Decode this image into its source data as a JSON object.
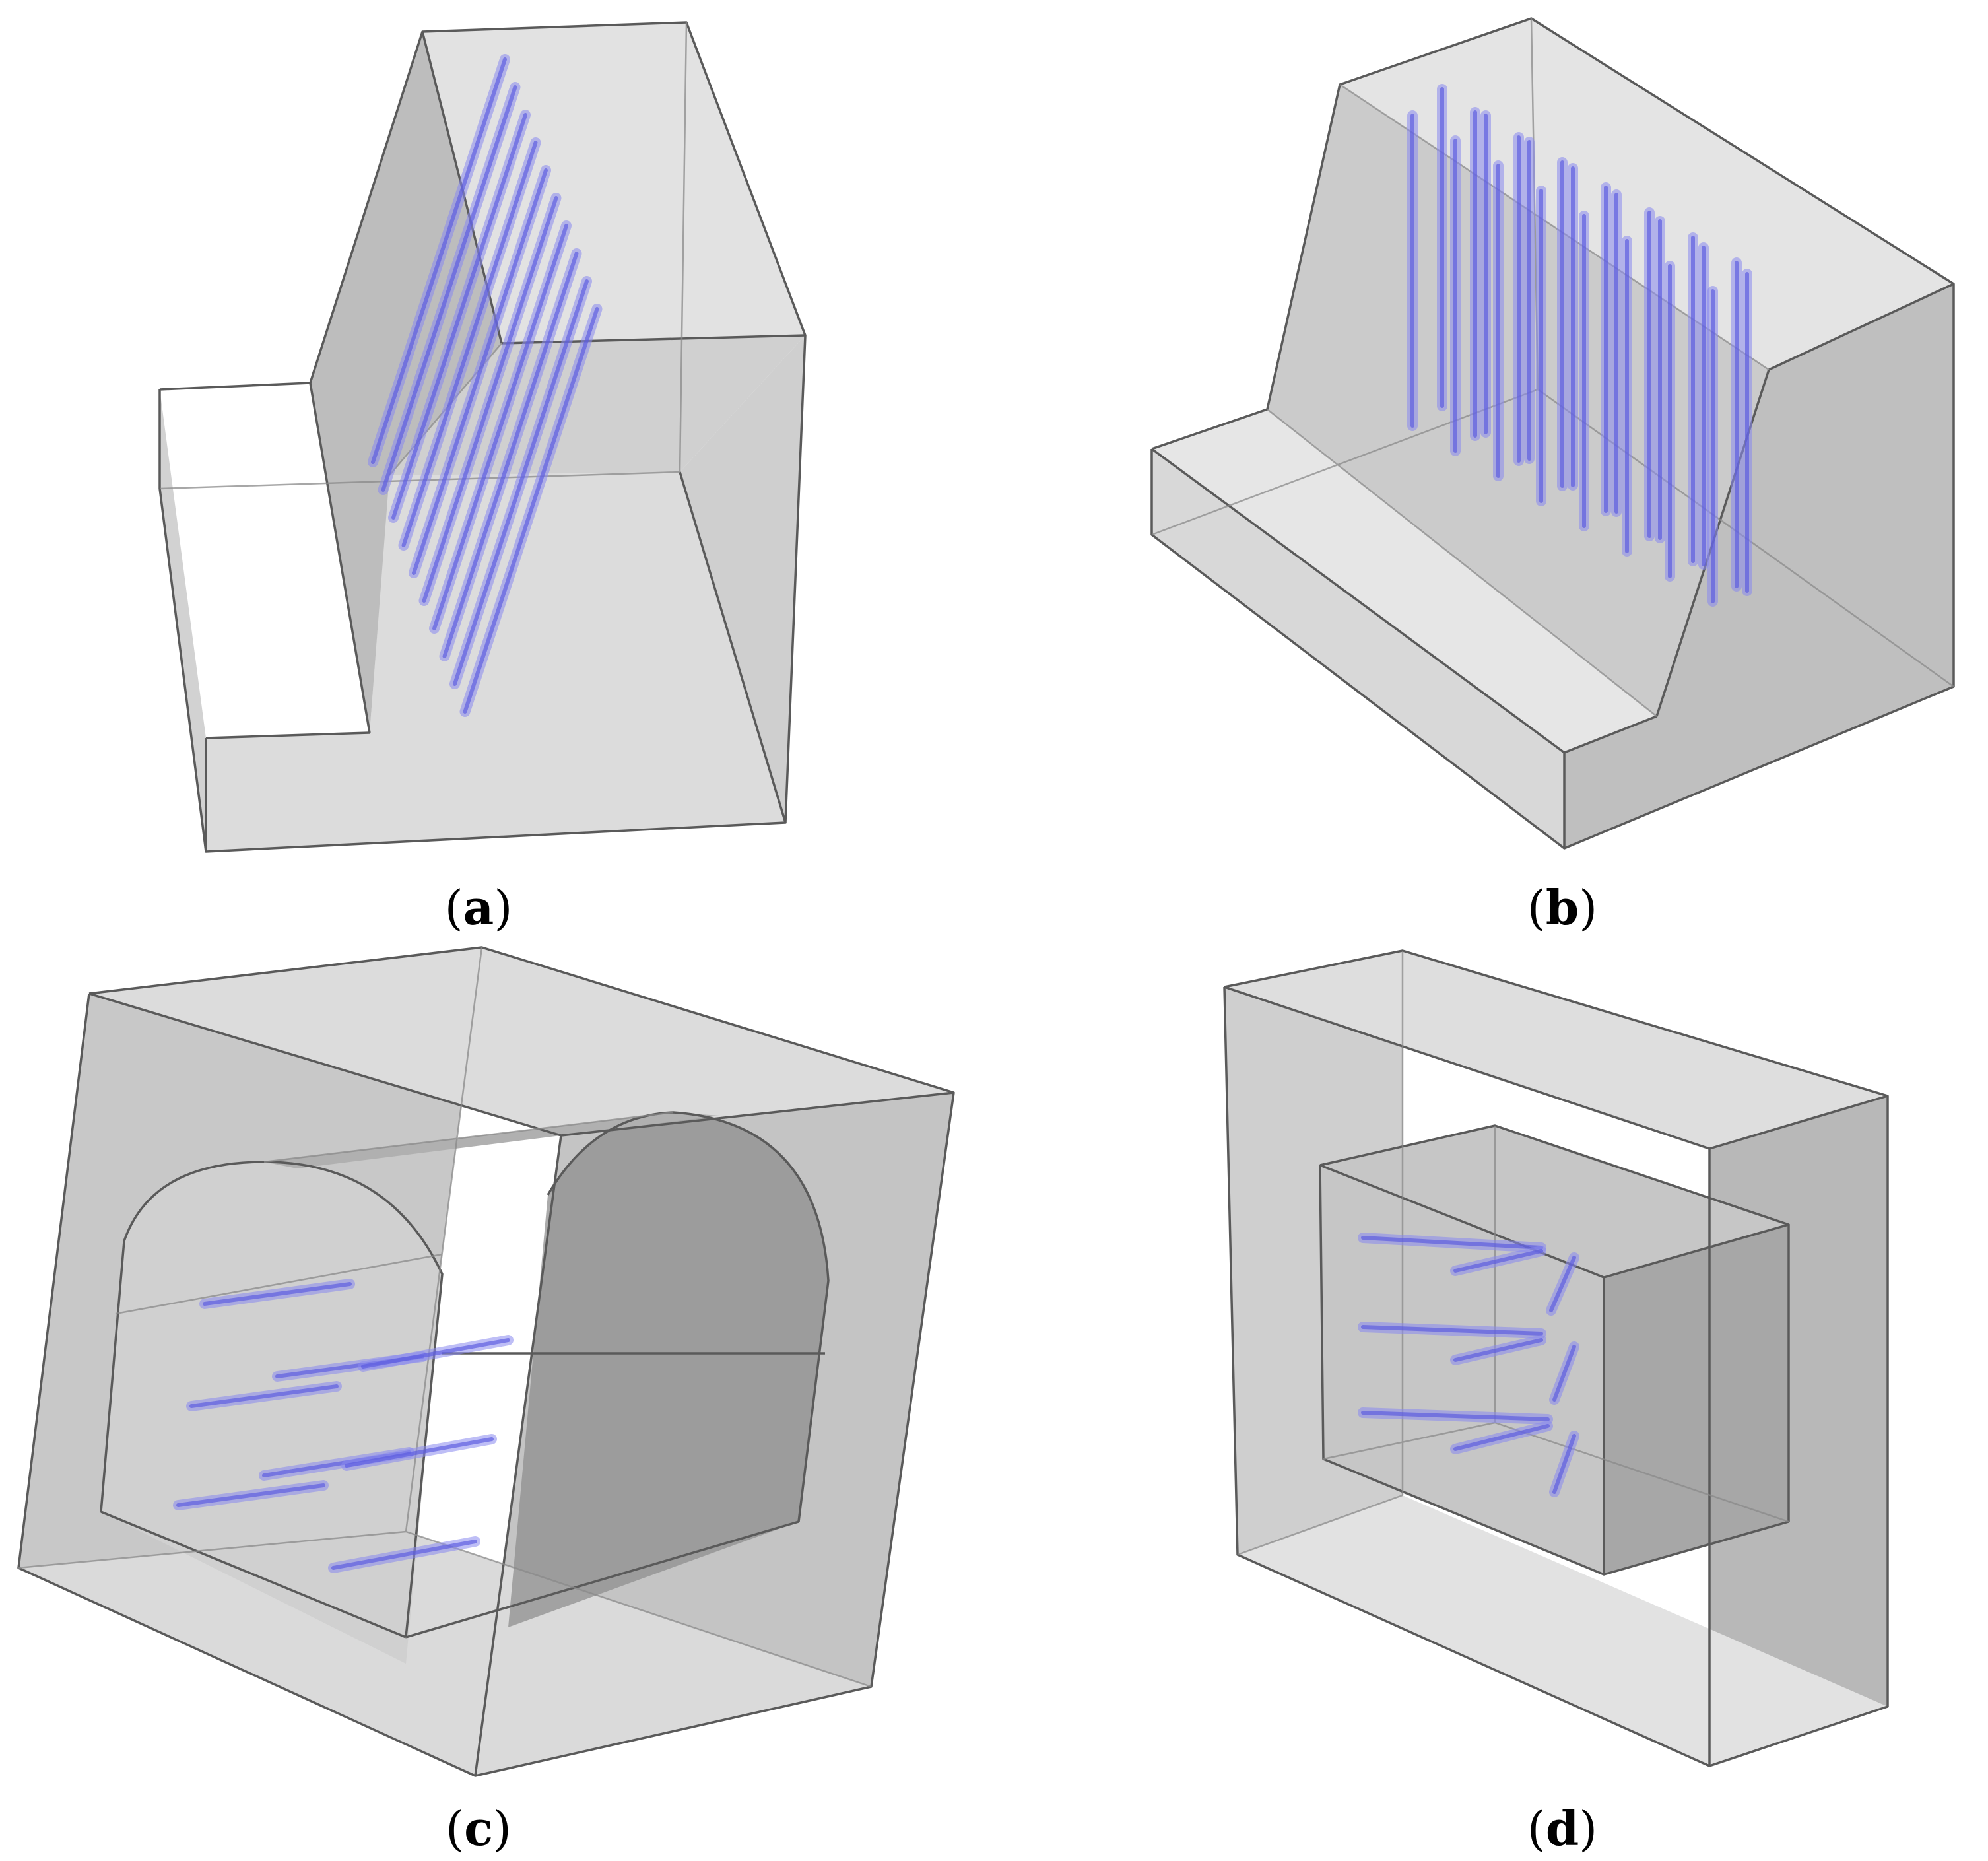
{
  "panels": [
    {
      "id": "a",
      "open": "(",
      "letter": "a",
      "close": ")"
    },
    {
      "id": "b",
      "open": "(",
      "letter": "b",
      "close": ")"
    },
    {
      "id": "c",
      "open": "(",
      "letter": "c",
      "close": ")"
    },
    {
      "id": "d",
      "open": "(",
      "letter": "d",
      "close": ")"
    }
  ],
  "colors": {
    "background": "#ffffff",
    "solid_light": "#e6e6e6",
    "solid_mid": "#d6d6d6",
    "solid_dark": "#bdbdbd",
    "solid_darkest": "#9a9a9a",
    "edge": "#5a5a5a",
    "rod": "#8a8af0",
    "rod_core": "#5a5ae0"
  },
  "icons": [
    "anchor-rod"
  ]
}
